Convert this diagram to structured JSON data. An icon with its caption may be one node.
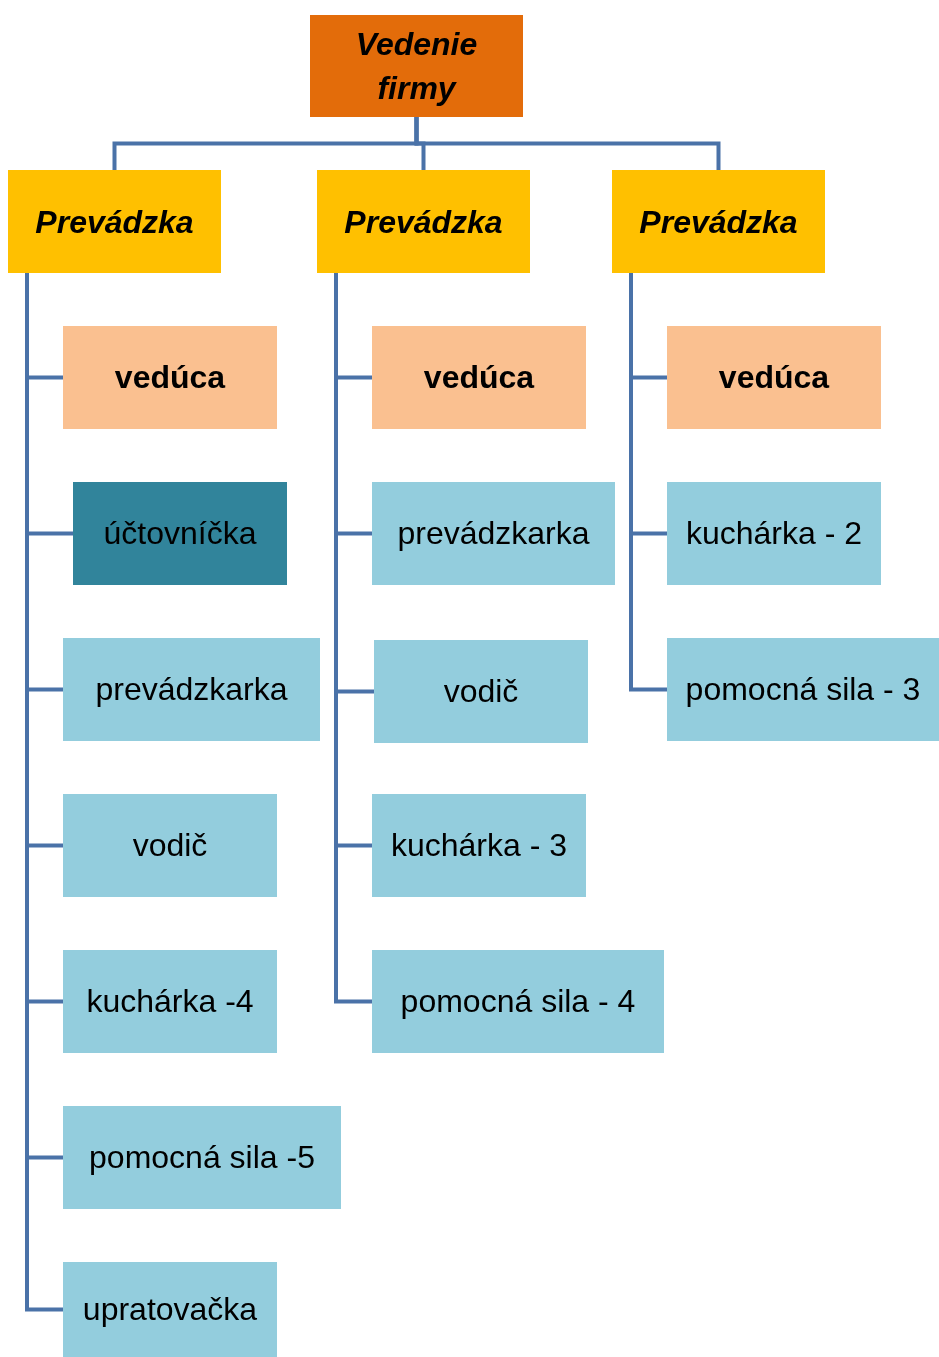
{
  "diagram": {
    "nodes": [
      {
        "text": [
          "Vedenie firmy"
        ]
      },
      {
        "text": [
          "Prevádzka"
        ]
      },
      {
        "text": [
          "Prevádzka"
        ]
      },
      {
        "text": [
          "Prevádzka"
        ]
      },
      {
        "text": [
          "vedúca"
        ]
      },
      {
        "text": [
          "účtovníčka"
        ]
      },
      {
        "text": [
          "prevádzkarka"
        ]
      },
      {
        "text": [
          "vodič"
        ]
      },
      {
        "text": [
          "kuchárka -4"
        ]
      },
      {
        "text": [
          "pomocná sila -5"
        ]
      },
      {
        "text": [
          "upratovačka"
        ]
      },
      {
        "text": [
          "vedúca"
        ]
      },
      {
        "text": [
          "prevádzkarka"
        ]
      },
      {
        "text": [
          "vodič"
        ]
      },
      {
        "text": [
          "kuchárka - 3"
        ]
      },
      {
        "text": [
          "pomocná sila - 4"
        ]
      },
      {
        "text": [
          "vedúca"
        ]
      },
      {
        "text": [
          "kuchárka - 2"
        ]
      },
      {
        "text": [
          "pomocná sila - 3"
        ]
      }
    ],
    "edges": [
      {
        "from": 0,
        "to": 1,
        "arrow": "none"
      },
      {
        "from": 0,
        "to": 2,
        "arrow": "none"
      },
      {
        "from": 0,
        "to": 3,
        "arrow": "none"
      },
      {
        "from": 1,
        "to": 4,
        "arrow": "none"
      },
      {
        "from": 1,
        "to": 5,
        "arrow": "none"
      },
      {
        "from": 1,
        "to": 6,
        "arrow": "none"
      },
      {
        "from": 1,
        "to": 7,
        "arrow": "none"
      },
      {
        "from": 1,
        "to": 8,
        "arrow": "none"
      },
      {
        "from": 1,
        "to": 9,
        "arrow": "none"
      },
      {
        "from": 1,
        "to": 10,
        "arrow": "none"
      },
      {
        "from": 2,
        "to": 11,
        "arrow": "none"
      },
      {
        "from": 2,
        "to": 12,
        "arrow": "none"
      },
      {
        "from": 2,
        "to": 13,
        "arrow": "none"
      },
      {
        "from": 2,
        "to": 14,
        "arrow": "none"
      },
      {
        "from": 2,
        "to": 15,
        "arrow": "none"
      },
      {
        "from": 3,
        "to": 16,
        "arrow": "none"
      },
      {
        "from": 3,
        "to": 17,
        "arrow": "none"
      },
      {
        "from": 3,
        "to": 18,
        "arrow": "none"
      }
    ]
  }
}
